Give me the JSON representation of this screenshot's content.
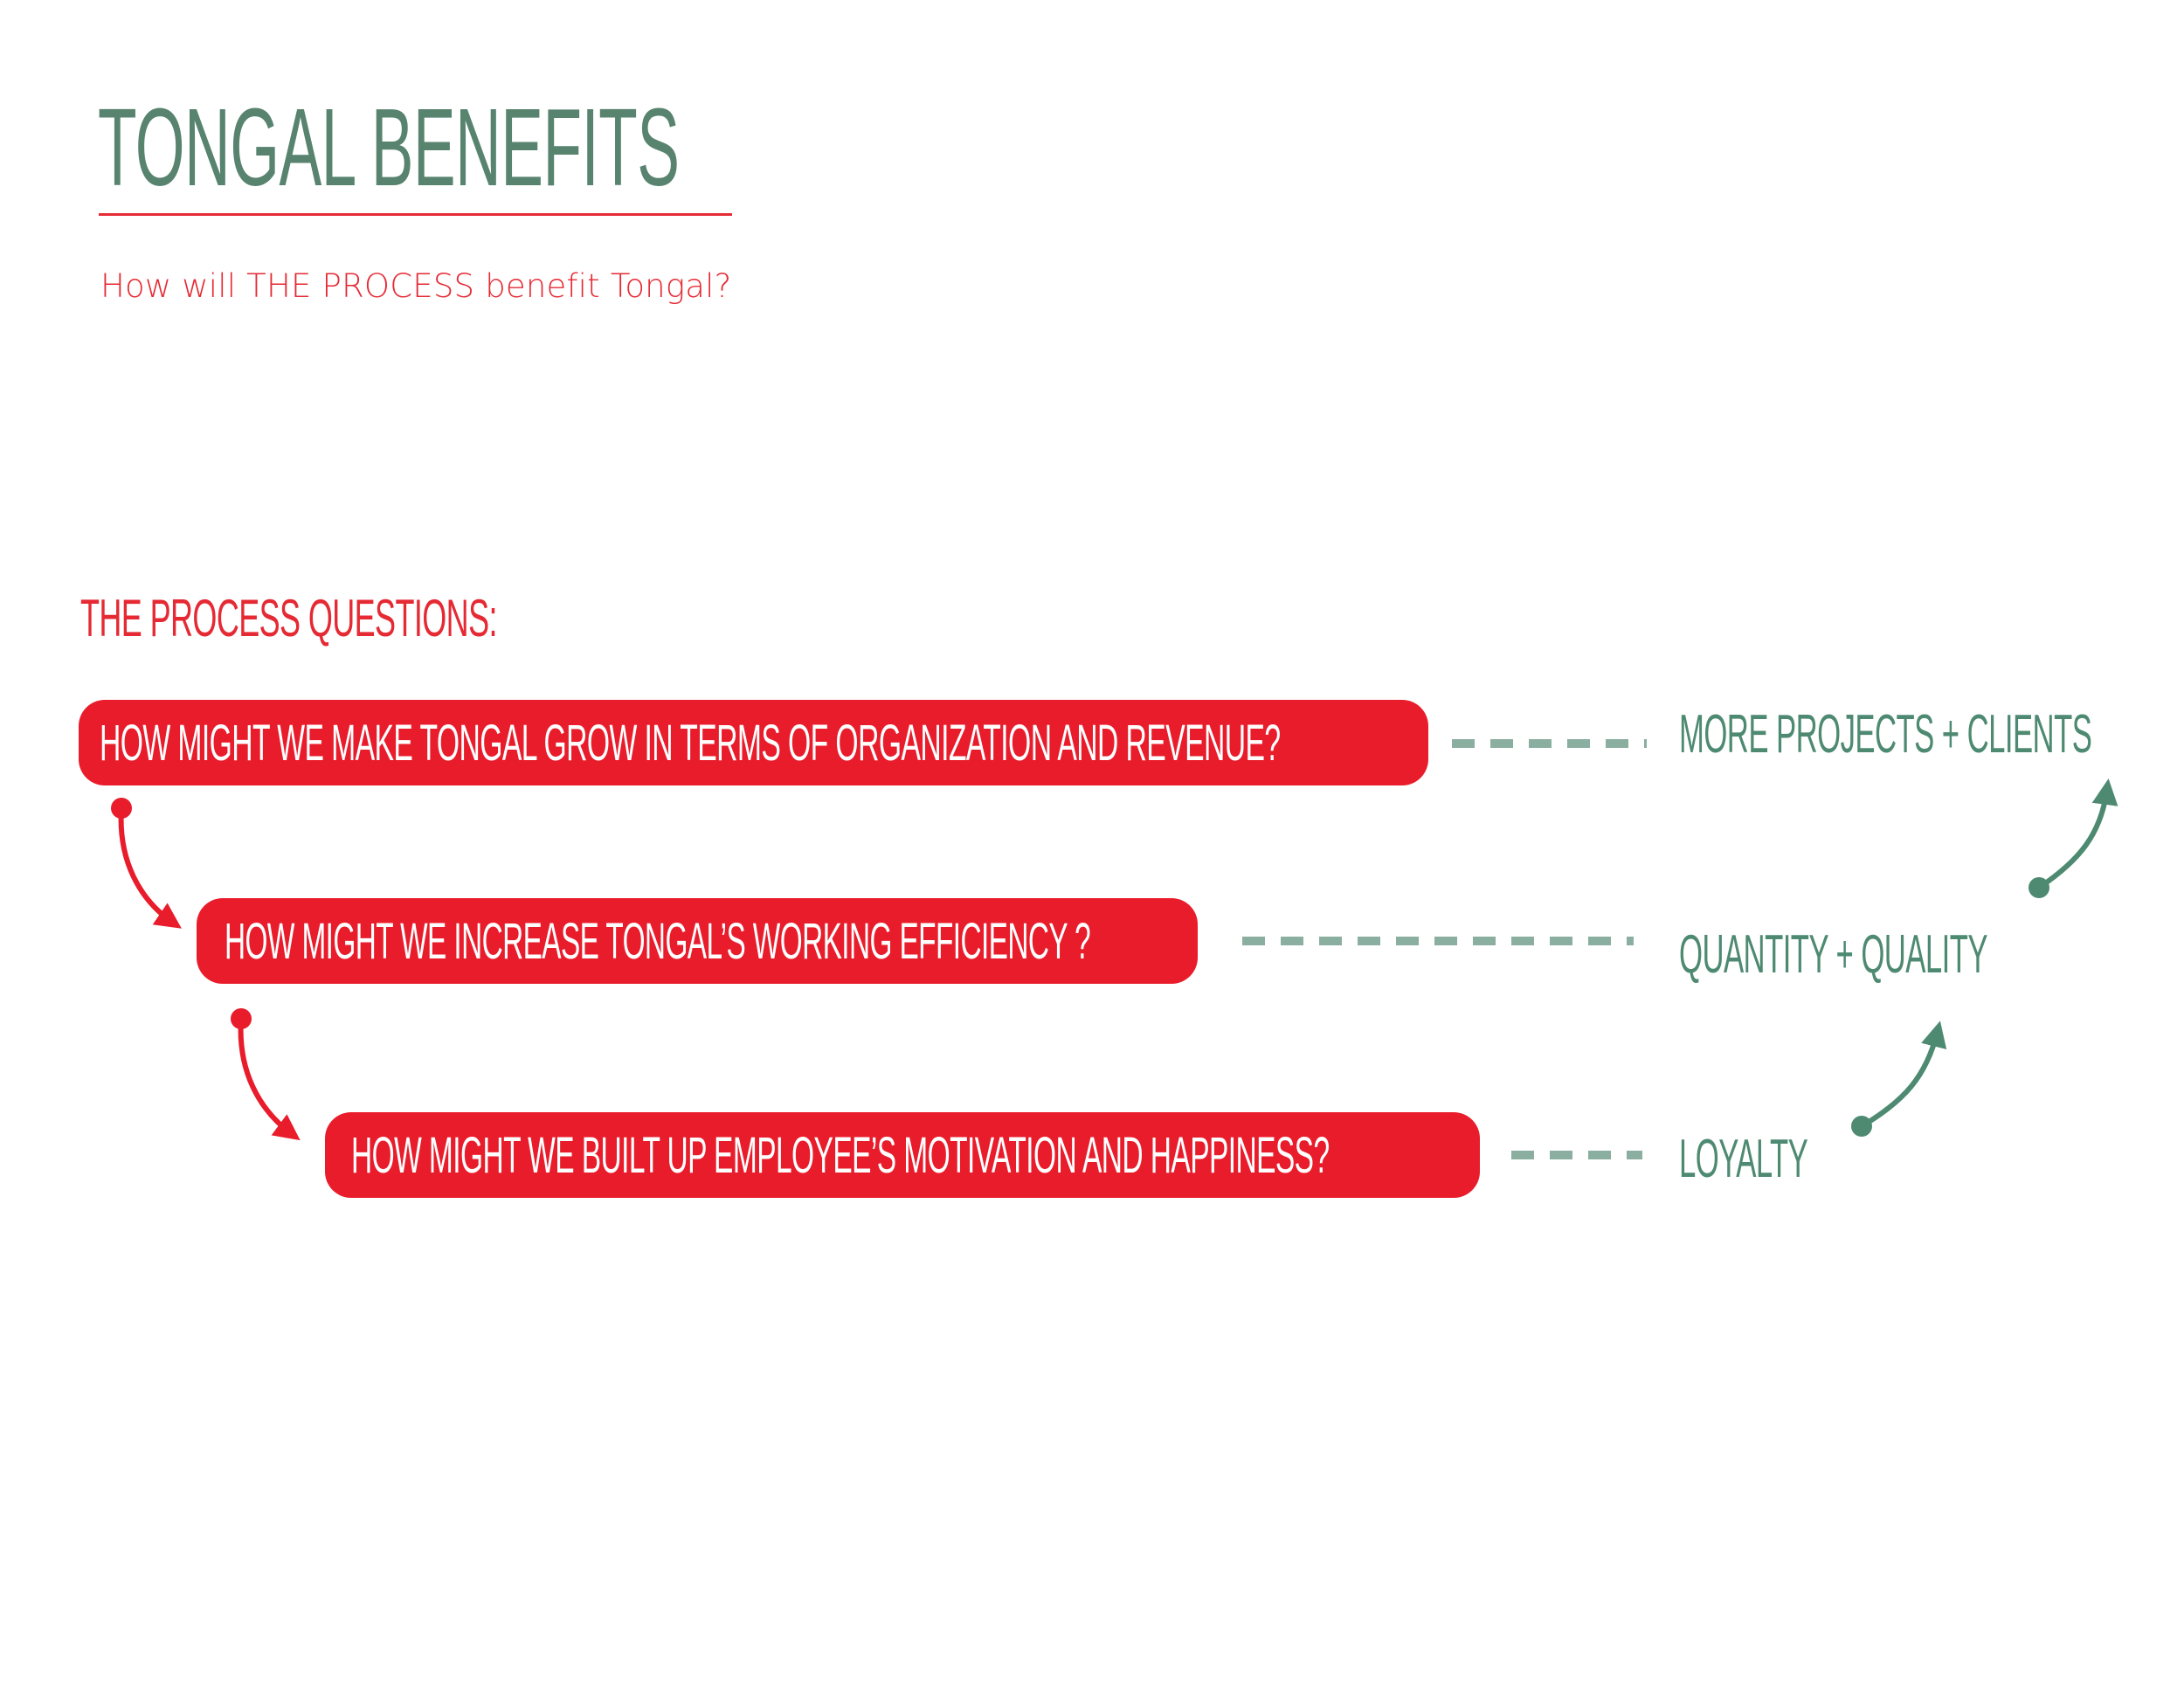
{
  "header": {
    "title": "TONGAL BENEFITS",
    "subtitle": "How will THE PROCESS benefit Tongal?"
  },
  "section": {
    "heading": "THE PROCESS QUESTIONS:"
  },
  "questions": [
    {
      "text": "HOW MIGHT WE MAKE TONGAL GROW IN TERMS OF ORGANIZATION AND REVENUE?"
    },
    {
      "text": "HOW MIGHT WE INCREASE TONGAL’S WORKING EFFICIENCY ?"
    },
    {
      "text": "HOW MIGHT WE BUILT UP EMPLOYEE’S MOTIVATION AND HAPPINESS?"
    }
  ],
  "benefits": [
    {
      "text": "MORE PROJECTS + CLIENTS"
    },
    {
      "text": "QUANTITY + QUALITY"
    },
    {
      "text": "LOYALTY"
    }
  ],
  "colors": {
    "title_green": "#57836f",
    "accent_red": "#e91c2b",
    "benefit_green": "#4e8a72",
    "dash_gray_green": "#8aaea0"
  }
}
